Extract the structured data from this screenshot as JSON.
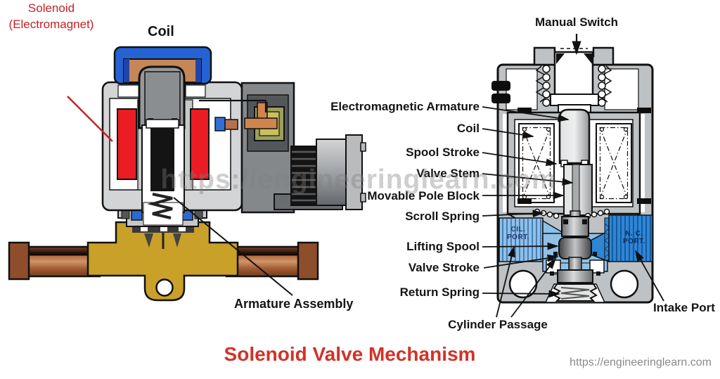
{
  "title": {
    "text": "Solenoid Valve Mechanism",
    "color": "#d23227"
  },
  "watermark": "https://engineeringlearn.com",
  "site_url": "https://engineeringlearn.com",
  "left_diagram": {
    "coil_label": "Coil",
    "solenoid_label_line1": "Solenoid",
    "solenoid_label_line2": "(Electromagnet)",
    "armature_label": "Armature Assembly"
  },
  "right_diagram": {
    "manual_switch_label": "Manual Switch",
    "side_labels": [
      "Electromagnetic Armature",
      "Coil",
      "Spool Stroke",
      "Valve Stem",
      "Movable Pole Block",
      "Scroll Spring",
      "Lifting Spool",
      "Valve Stroke",
      "Return Spring"
    ],
    "cylinder_passage_label": "Cylinder Passage",
    "intake_port_label": "Intake Port",
    "cil_port": {
      "line1": "CIL.",
      "line2": "PORT."
    },
    "nc_port": {
      "line1": "N. C.",
      "line2": "PORT."
    }
  },
  "colors": {
    "title_red": "#d23227",
    "label_red": "#c42127",
    "coil_red": "#ec1c24",
    "cap_blue": "#2563d4",
    "brass": "#c9a028",
    "copper": "#a9613d",
    "port_light_blue": "#8fc0e8",
    "port_dark_blue": "#2e86d6",
    "body_gray": "#bfc2c4"
  }
}
